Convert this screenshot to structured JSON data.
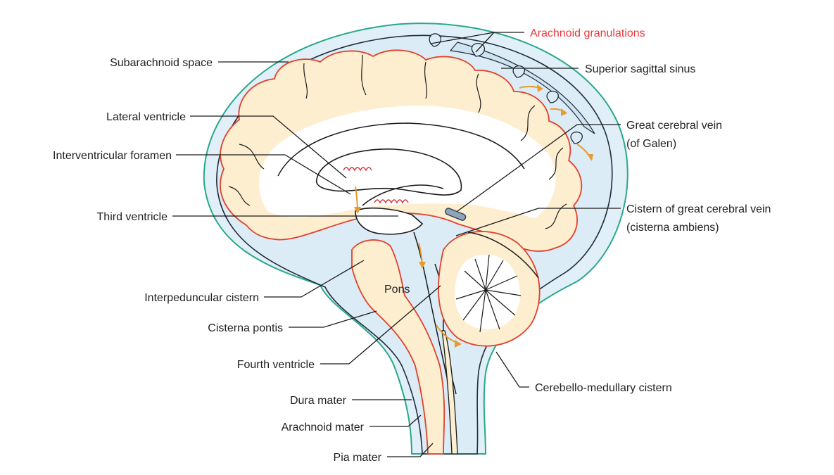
{
  "labels": {
    "arachnoid_granulations": "Arachnoid granulations",
    "subarachnoid_space": "Subarachnoid space",
    "superior_sagittal_sinus": "Superior sagittal sinus",
    "lateral_ventricle": "Lateral ventricle",
    "great_cerebral_vein_line1": "Great cerebral vein",
    "great_cerebral_vein_line2": "(of Galen)",
    "interventricular_foramen": "Interventricular foramen",
    "third_ventricle": "Third ventricle",
    "cistern_great_cerebral_vein_line1": "Cistern of great cerebral vein",
    "cistern_great_cerebral_vein_line2": "(cisterna ambiens)",
    "interpeduncular_cistern": "Interpeduncular cistern",
    "pons": "Pons",
    "cisterna_pontis": "Cisterna pontis",
    "fourth_ventricle": "Fourth ventricle",
    "cerebello_medullary_cistern": "Cerebello-medullary cistern",
    "dura_mater": "Dura mater",
    "arachnoid_mater": "Arachnoid mater",
    "pia_mater": "Pia mater"
  },
  "colors": {
    "dura_outline": "#2aa88a",
    "csf_space": "#dcecf6",
    "brain_tissue": "#fdeed0",
    "pia_line": "#e2402a",
    "flow_arrows": "#e89a2c",
    "highlight_label": "#e8383d"
  }
}
